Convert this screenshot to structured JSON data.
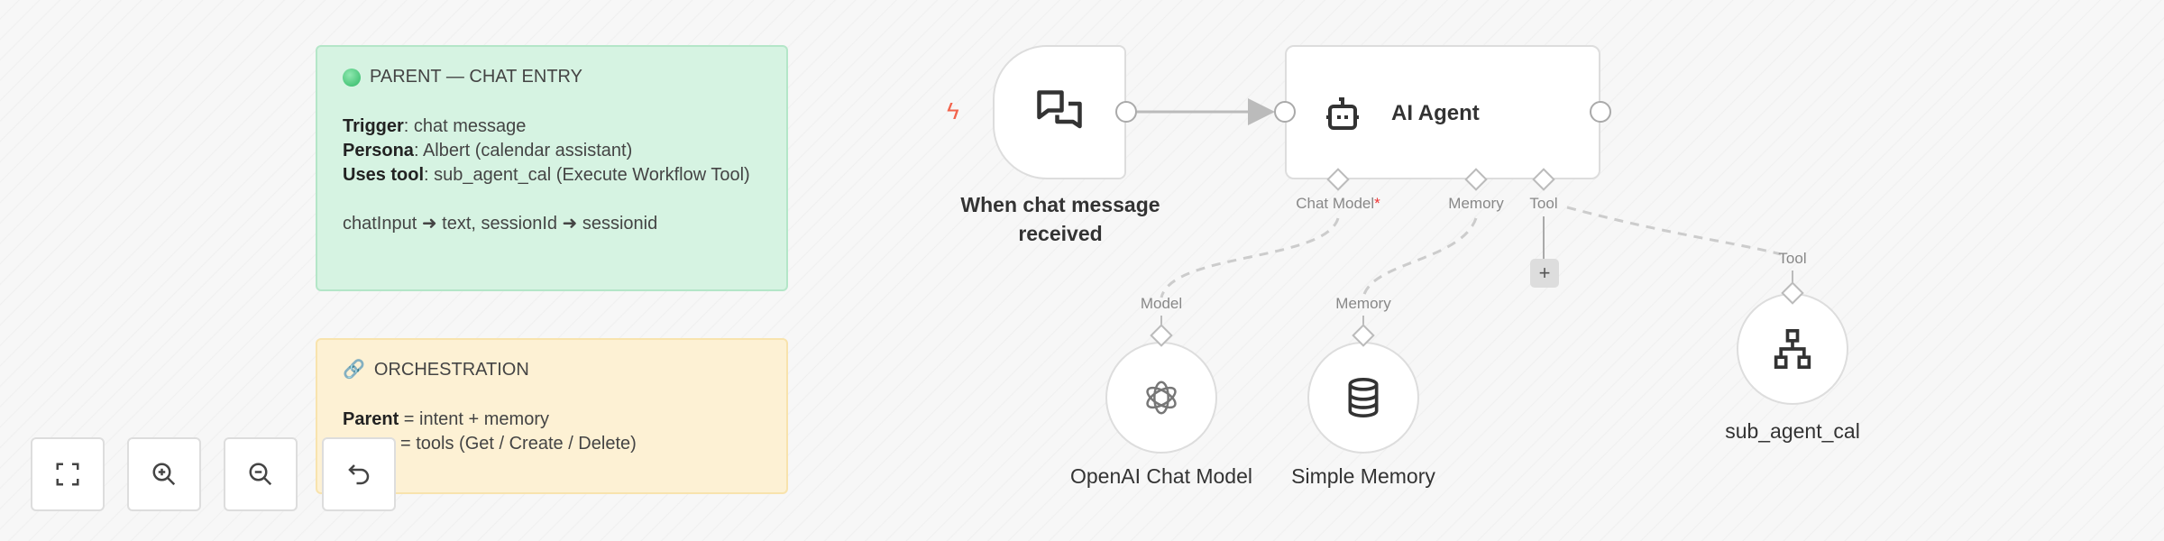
{
  "notes": {
    "parent": {
      "title": "PARENT — CHAT ENTRY",
      "trigger_label": "Trigger",
      "trigger_value": ": chat message",
      "persona_label": "Persona",
      "persona_value": ": Albert (calendar assistant)",
      "tool_label": "Uses tool",
      "tool_value": ": sub_agent_cal (Execute Workflow Tool)",
      "mapping": "chatInput ➜ text, sessionId ➜ sessionid",
      "color": "#d6f3e2"
    },
    "orchestration": {
      "icon": "link-icon",
      "title": "ORCHESTRATION",
      "parent_label": "Parent",
      "parent_value": " = intent + memory",
      "line2_visible": "= tools (Get / Create / Delete)",
      "color": "#fdf1d4"
    }
  },
  "nodes": {
    "trigger": {
      "label": "When chat message received",
      "icon": "chat-bubbles-icon",
      "badge_icon": "lightning-icon"
    },
    "agent": {
      "label": "AI Agent",
      "icon": "robot-icon",
      "ports": {
        "chat_model": "Chat Model",
        "required_mark": "*",
        "memory": "Memory",
        "tool": "Tool"
      }
    },
    "openai": {
      "label": "OpenAI Chat Model",
      "port": "Model",
      "icon": "openai-icon"
    },
    "memory": {
      "label": "Simple Memory",
      "port": "Memory",
      "icon": "database-icon"
    },
    "subagent": {
      "label": "sub_agent_cal",
      "port": "Tool",
      "icon": "sitemap-icon"
    }
  },
  "add_tool": "+",
  "controls": [
    "fit-view",
    "zoom-in",
    "zoom-out",
    "undo"
  ]
}
